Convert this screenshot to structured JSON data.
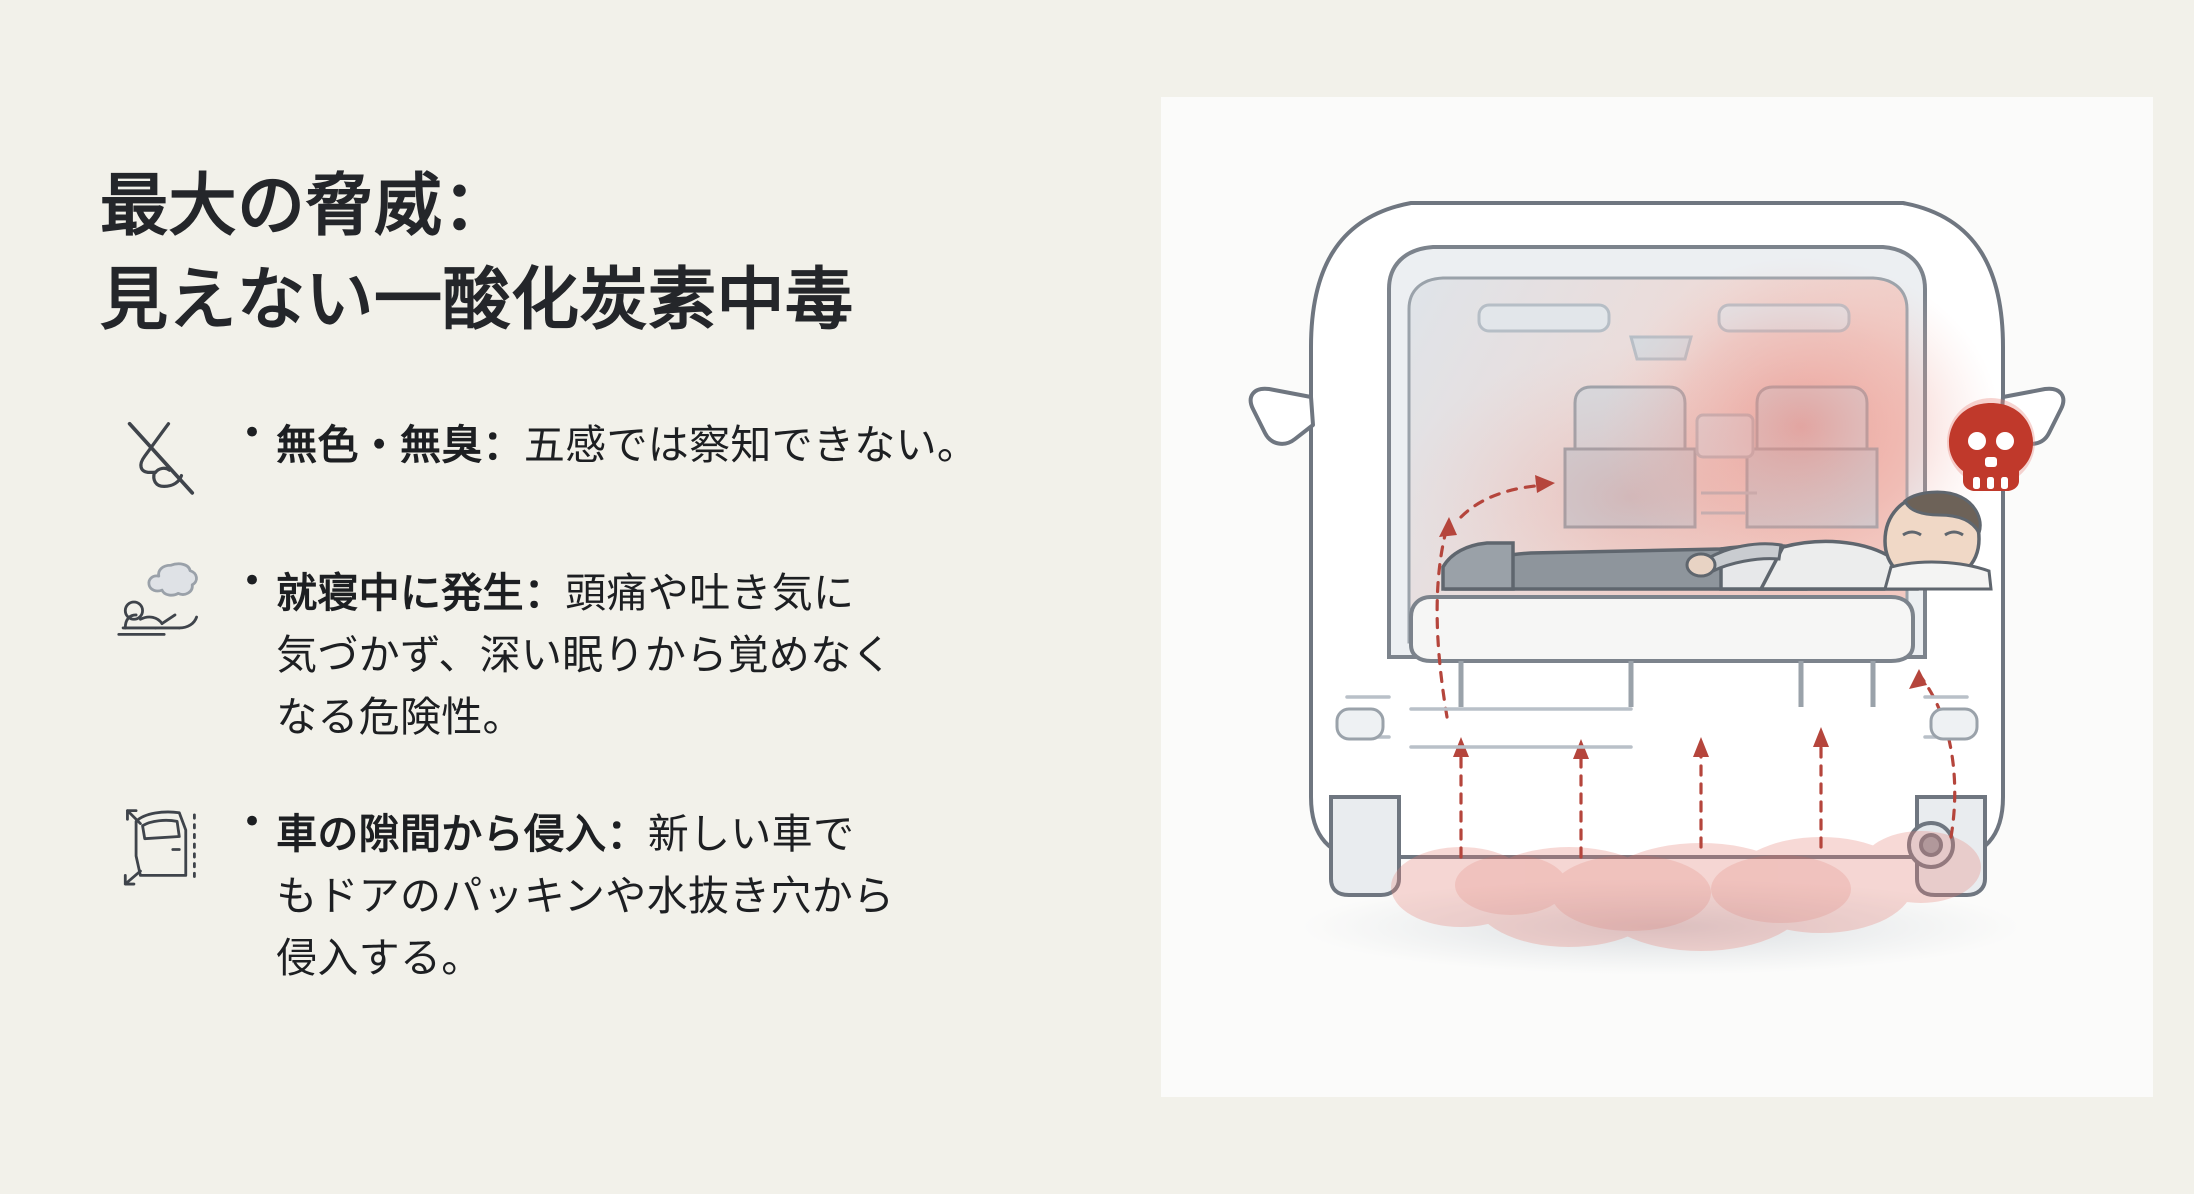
{
  "slide": {
    "background_color": "#f2f1ea",
    "title": {
      "line1": "最大の脅威：",
      "line2": "見えない一酸化炭素中毒"
    },
    "bullets": [
      {
        "icon": "nose-no-smell-icon",
        "marker": "•",
        "lead": "無色・無臭：",
        "lines": [
          "五感では察知できない。"
        ]
      },
      {
        "icon": "person-sleeping-gas-cloud-icon",
        "marker": "•",
        "lead": "就寝中に発生：",
        "lines": [
          "頭痛や吐き気に",
          "気づかず、深い眠りから覚めなく",
          "なる危険性。"
        ]
      },
      {
        "icon": "car-door-gap-icon",
        "marker": "•",
        "lead": "車の隙間から侵入：",
        "lines": [
          "新しい車で",
          "もドアのパッキンや水抜き穴から",
          "侵入する。"
        ]
      }
    ],
    "illustration": {
      "name": "minivan-rear-view-with-sleeping-person-and-co-gas",
      "panel_color": "#fbfbfa",
      "elements": [
        "minivan-rear-open-hatch",
        "sleeping-person-on-flat-bed",
        "skull-warning-badge",
        "exhaust-gas-cloud",
        "red-gas-flow-arrows"
      ],
      "accent_colors": {
        "danger": "#c0392b",
        "gas": "#d98b84",
        "body": "#ffffff",
        "outline": "#6f7680",
        "glass": "#cfd6dd"
      }
    }
  }
}
